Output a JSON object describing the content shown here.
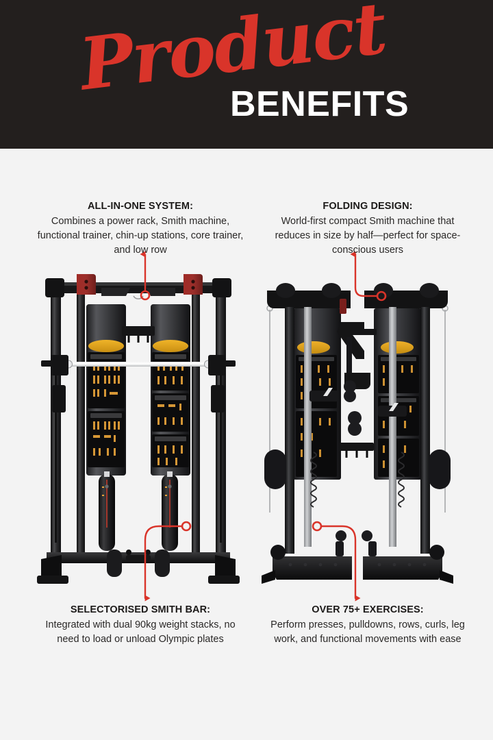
{
  "header": {
    "script_word": "Product",
    "bold_word": "BENEFITS",
    "band_color": "#231f1e",
    "script_color": "#d9342a",
    "bold_color": "#ffffff"
  },
  "theme": {
    "page_background": "#f3f3f3",
    "accent_red": "#d9342a",
    "text_color": "#22201f"
  },
  "callouts": [
    {
      "id": "all-in-one-system",
      "title": "ALL-IN-ONE SYSTEM:",
      "body": "Combines a power rack, Smith machine, functional trainer, chin-up stations, core trainer, and low row",
      "position": "top-left"
    },
    {
      "id": "folding-design",
      "title": "FOLDING DESIGN:",
      "body": "World-first compact Smith machine that reduces in size by half—perfect for space-conscious users",
      "position": "top-right"
    },
    {
      "id": "selectorised-smith-bar",
      "title": "SELECTORISED SMITH BAR:",
      "body": "Integrated with dual 90kg weight stacks, no need to load or unload Olympic plates",
      "position": "bottom-left"
    },
    {
      "id": "over-75-exercises",
      "title": "OVER 75+ EXERCISES:",
      "body": "Perform presses, pulldowns, rows, curls, leg work, and functional movements with ease",
      "position": "bottom-right"
    }
  ],
  "products": {
    "left": {
      "name": "all-in-one-rack-open",
      "alt": "Black all-in-one power rack with red J-hooks, white Smith bar, dual weight stacks and exercise instruction placards",
      "placards": [
        "CHEST TRAINING",
        "BACK TRAINING",
        "SHOULDER TRAINING",
        "LUMBAR ABDOMINAL TRAINING",
        "LEG TRAINING"
      ]
    },
    "right": {
      "name": "all-in-one-rack-folded",
      "alt": "Same rack shown in folded compact configuration with uprights drawn in and transport wheels at the base",
      "placards": [
        "CHEST TRAINING",
        "SHOULDER TRAINING",
        "LUMBAR ABDOMINAL TRAINING",
        "LEG TRAINING"
      ]
    }
  }
}
